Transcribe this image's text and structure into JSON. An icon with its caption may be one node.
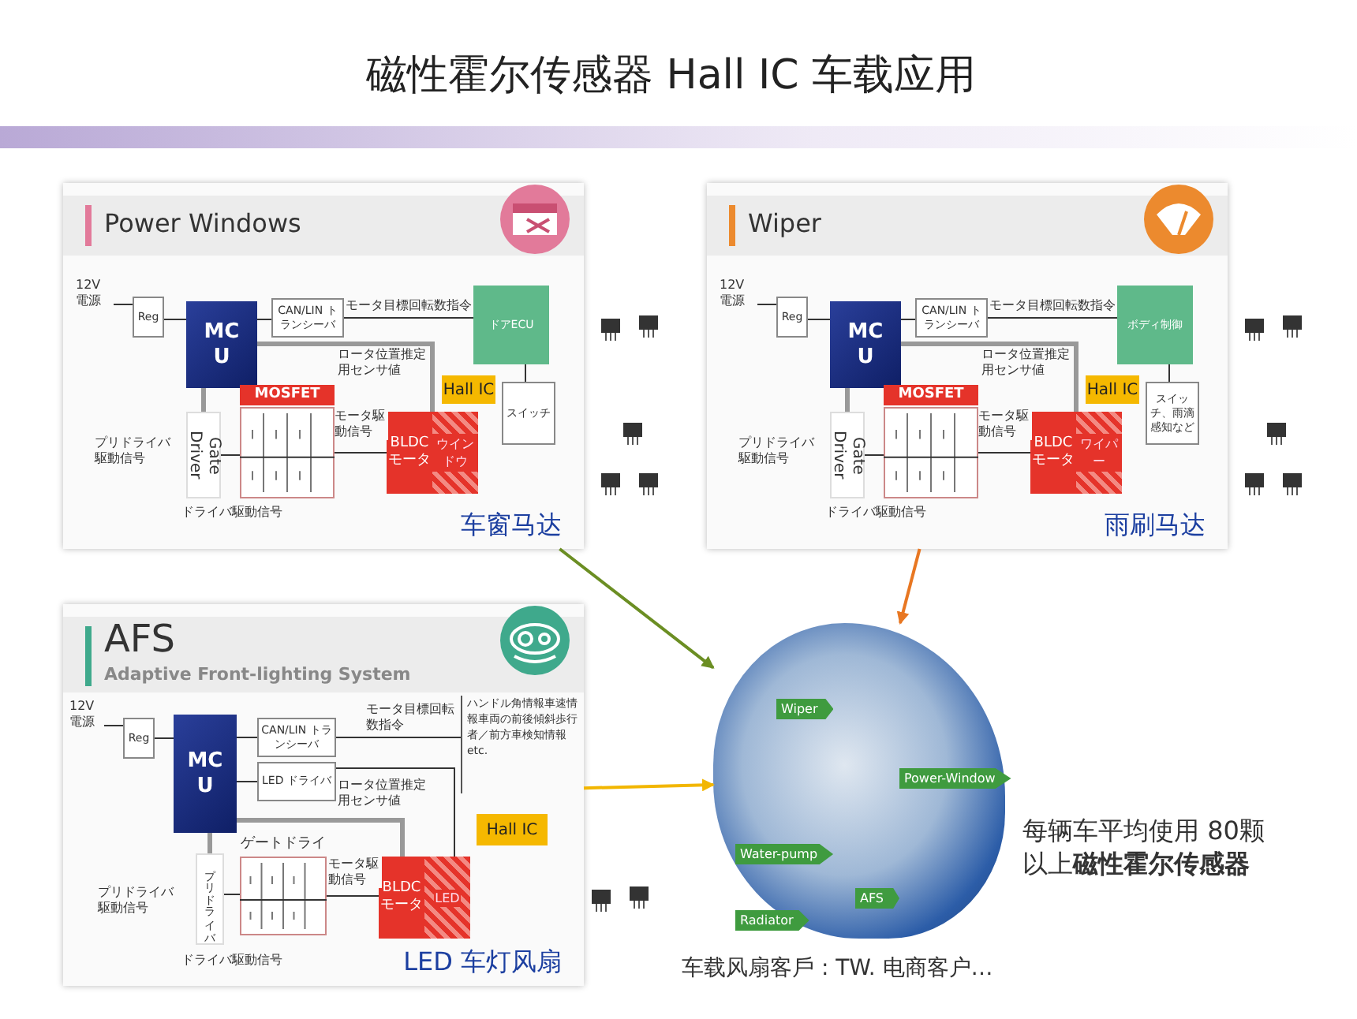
{
  "diagram": {
    "title": "磁性霍尔传感器 Hall IC 车载应用",
    "nodes": [
      {
        "text": [
          "Power Windows",
          "车窗马达"
        ]
      },
      {
        "text": [
          "12V 電源"
        ],
        "in": 0
      },
      {
        "text": [
          "Reg"
        ],
        "in": 0
      },
      {
        "text": [
          "MC U"
        ],
        "in": 0
      },
      {
        "text": [
          "CAN/LIN トランシーバ"
        ],
        "in": 0
      },
      {
        "text": [
          "ドアECU"
        ],
        "in": 0
      },
      {
        "text": [
          "MOSFET"
        ],
        "in": 0
      },
      {
        "text": [
          "Hall IC"
        ],
        "in": 0
      },
      {
        "text": [
          "スイッチ"
        ],
        "in": 0
      },
      {
        "text": [
          "BLDC モータ",
          "ウインドウ"
        ],
        "in": 0
      },
      {
        "text": [
          "Gate Driver"
        ],
        "in": 0
      },
      {
        "text": [
          "Wiper",
          "雨刷马达"
        ]
      },
      {
        "text": [
          "12V 電源"
        ],
        "in": 11
      },
      {
        "text": [
          "Reg"
        ],
        "in": 11
      },
      {
        "text": [
          "MC U"
        ],
        "in": 11
      },
      {
        "text": [
          "CAN/LIN トランシーバ"
        ],
        "in": 11
      },
      {
        "text": [
          "ボディ制御"
        ],
        "in": 11
      },
      {
        "text": [
          "MOSFET"
        ],
        "in": 11
      },
      {
        "text": [
          "Hall IC"
        ],
        "in": 11
      },
      {
        "text": [
          "スイッチ、雨滴感知など"
        ],
        "in": 11
      },
      {
        "text": [
          "BLDC モータ",
          "ワイパー"
        ],
        "in": 11
      },
      {
        "text": [
          "Gate Driver"
        ],
        "in": 11
      },
      {
        "text": [
          "AFS",
          "Adaptive Front-lighting System",
          "LED 车灯风扇"
        ]
      },
      {
        "text": [
          "12V 電源"
        ],
        "in": 22
      },
      {
        "text": [
          "Reg"
        ],
        "in": 22
      },
      {
        "text": [
          "MC U"
        ],
        "in": 22
      },
      {
        "text": [
          "CAN/LIN トランシーバ"
        ],
        "in": 22
      },
      {
        "text": [
          "LED ドライバ"
        ],
        "in": 22
      },
      {
        "text": [
          "ハンドル角情報車速情報車両の前後傾斜歩行者／前方車検知情報etc."
        ],
        "in": 22
      },
      {
        "text": [
          "ゲートドライバ"
        ],
        "in": 22
      },
      {
        "text": [
          "Hall IC"
        ],
        "in": 22
      },
      {
        "text": [
          "BLDC モータ",
          "LED"
        ],
        "in": 22
      },
      {
        "text": [
          "プリドライバ"
        ],
        "in": 22
      },
      {
        "text": [],
        "shape": "picture"
      },
      {
        "text": [
          "Wiper"
        ],
        "in": 33
      },
      {
        "text": [
          "Power-Window"
        ],
        "in": 33
      },
      {
        "text": [
          "Water-pump"
        ],
        "in": 33
      },
      {
        "text": [
          "AFS"
        ],
        "in": 33
      },
      {
        "text": [
          "Radiator"
        ],
        "in": 33
      }
    ],
    "edges": [
      {
        "from": 1,
        "to": 2,
        "arrow": "none"
      },
      {
        "from": 2,
        "to": 3,
        "arrow": "none"
      },
      {
        "from": 3,
        "to": 4,
        "arrow": "none"
      },
      {
        "from": 4,
        "to": 5,
        "arrow": "none",
        "label": "モータ目標回転数指令"
      },
      {
        "from": 5,
        "to": 8,
        "arrow": "none"
      },
      {
        "from": 3,
        "to": 9,
        "arrow": "none",
        "label": "ロータ位置推定用センサ値",
        "style": "thick",
        "color": "#999999"
      },
      {
        "from": 3,
        "to": 10,
        "arrow": "none",
        "label": "プリドライバ駆動信号",
        "style": "thick",
        "color": "#999999"
      },
      {
        "from": 10,
        "to": 6,
        "arrow": "none"
      },
      {
        "from": 6,
        "to": 9,
        "arrow": "none",
        "label": "モータ駆動信号"
      },
      {
        "from": 12,
        "to": 13,
        "arrow": "none"
      },
      {
        "from": 13,
        "to": 14,
        "arrow": "none"
      },
      {
        "from": 14,
        "to": 15,
        "arrow": "none"
      },
      {
        "from": 15,
        "to": 16,
        "arrow": "none",
        "label": "モータ目標回転数指令"
      },
      {
        "from": 16,
        "to": 19,
        "arrow": "none"
      },
      {
        "from": 14,
        "to": 20,
        "arrow": "none",
        "label": "ロータ位置推定用センサ値",
        "style": "thick",
        "color": "#999999"
      },
      {
        "from": 14,
        "to": 21,
        "arrow": "none",
        "label": "プリドライバ駆動信号",
        "style": "thick",
        "color": "#999999"
      },
      {
        "from": 21,
        "to": 17,
        "arrow": "none"
      },
      {
        "from": 17,
        "to": 20,
        "arrow": "none",
        "label": "モータ駆動信号"
      },
      {
        "from": 23,
        "to": 24,
        "arrow": "none"
      },
      {
        "from": 24,
        "to": 25,
        "arrow": "none"
      },
      {
        "from": 25,
        "to": 26,
        "arrow": "none"
      },
      {
        "from": 26,
        "to": 28,
        "arrow": "none",
        "label": "モータ目標回転数指令"
      },
      {
        "from": 25,
        "to": 27,
        "arrow": "none"
      },
      {
        "from": 27,
        "to": 31,
        "arrow": "none"
      },
      {
        "from": 25,
        "to": 31,
        "arrow": "none",
        "label": "ロータ位置推定用センサ値",
        "style": "thick",
        "color": "#999999"
      },
      {
        "from": 25,
        "to": 32,
        "arrow": "none",
        "label": "プリドライバ駆動信号",
        "style": "thick",
        "color": "#999999"
      },
      {
        "from": 32,
        "to": 29,
        "arrow": "none"
      },
      {
        "from": 29,
        "to": 31,
        "arrow": "none",
        "label": "モータ駆動信号"
      },
      {
        "from": 0,
        "to": 33,
        "arrow": "to",
        "color": "#6b8e23"
      },
      {
        "from": 11,
        "to": 33,
        "arrow": "to",
        "color": "#e87722"
      },
      {
        "from": 22,
        "to": 33,
        "arrow": "to",
        "color": "#f2b600"
      }
    ],
    "labels": [
      "ドライバ駆動信号",
      "ドライバ駆動信号",
      "ドライバ駆動信号",
      "每辆车平均使用 80颗以上**磁性霍尔传感器**",
      "车载风扇客戶 : TW. 电商客户…"
    ]
  }
}
